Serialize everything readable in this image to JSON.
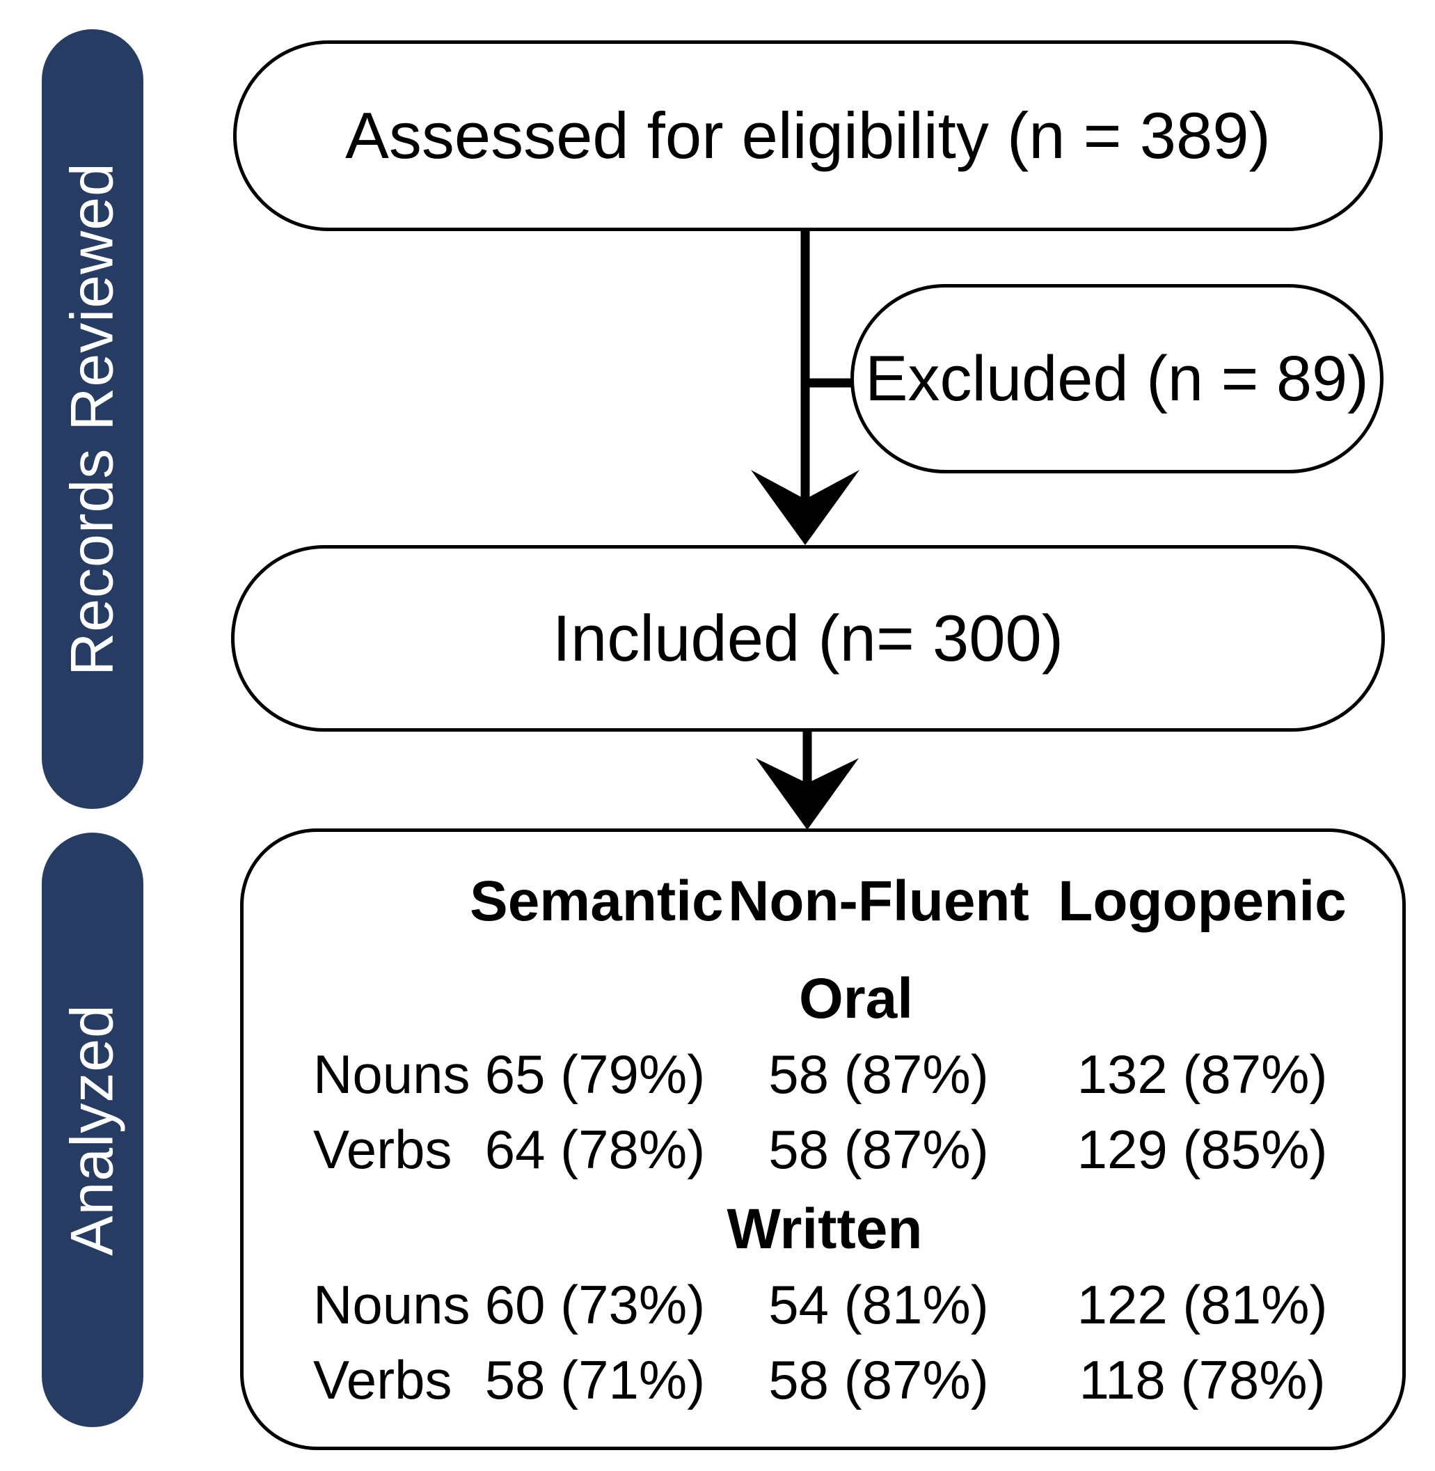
{
  "stages": {
    "records_reviewed": "Records Reviewed",
    "analyzed": "Analyzed",
    "rail_color": "#263C63"
  },
  "flow": {
    "assessed_label": "Assessed for eligibility (n = 389)",
    "excluded_label": "Excluded (n = 89)",
    "included_label": "Included (n= 300)"
  },
  "table": {
    "columns": [
      "Semantic",
      "Non-Fluent",
      "Logopenic"
    ],
    "sections": [
      {
        "label": "Oral",
        "rows": [
          {
            "label": "Nouns",
            "values": [
              "65 (79%)",
              "58 (87%)",
              "132 (87%)"
            ]
          },
          {
            "label": "Verbs",
            "values": [
              "64 (78%)",
              "58 (87%)",
              "129 (85%)"
            ]
          }
        ]
      },
      {
        "label": "Written",
        "rows": [
          {
            "label": "Nouns",
            "values": [
              "60 (73%)",
              "54 (81%)",
              "122 (81%)"
            ]
          },
          {
            "label": "Verbs",
            "values": [
              "58 (71%)",
              "58 (87%)",
              "118 (78%)"
            ]
          }
        ]
      }
    ]
  }
}
